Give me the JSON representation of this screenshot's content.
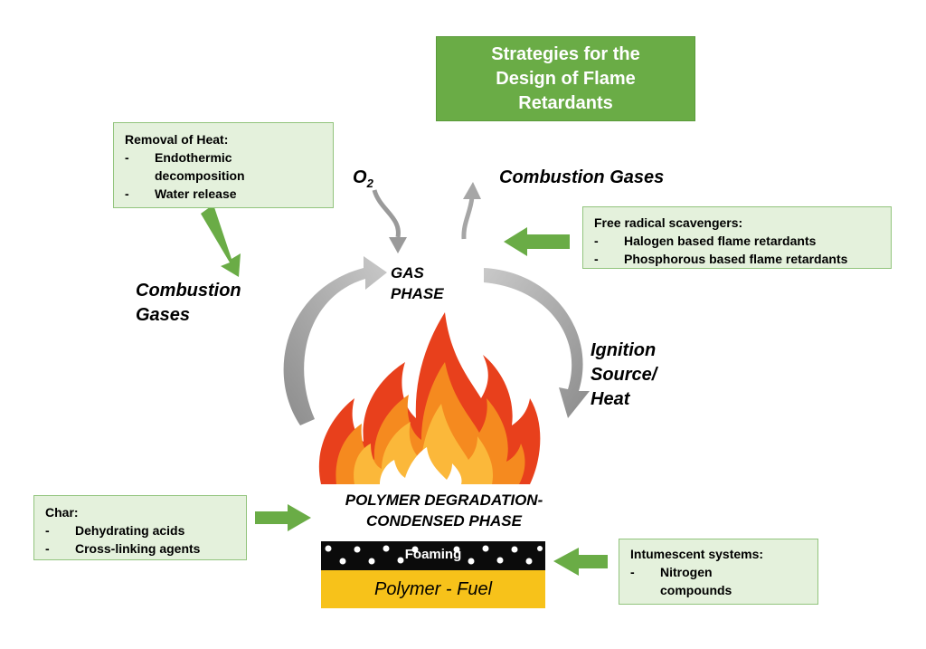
{
  "title": {
    "line1": "Strategies for the",
    "line2": "Design of Flame",
    "line3": "Retardants"
  },
  "heat_box": {
    "heading": "Removal of Heat:",
    "bullet": "-",
    "item1_line1": "Endothermic",
    "item1_line2": "decomposition",
    "item2": "Water release"
  },
  "radical_box": {
    "heading": "Free radical scavengers:",
    "bullet": "-",
    "item1": "Halogen based flame retardants",
    "item2": "Phosphorous based flame retardants"
  },
  "char_box": {
    "heading": "Char:",
    "bullet": "-",
    "item1": "Dehydrating acids",
    "item2": "Cross-linking agents"
  },
  "intumescent_box": {
    "heading": "Intumescent systems:",
    "bullet": "-",
    "item1_line1": "Nitrogen",
    "item1_line2": "compounds"
  },
  "labels": {
    "o2_base": "O",
    "o2_sub": "2",
    "combustion_gases_top": "Combustion Gases",
    "combustion_left_line1": "Combustion",
    "combustion_left_line2": "Gases",
    "gas_phase_line1": "GAS",
    "gas_phase_line2": "PHASE",
    "ignition_line1": "Ignition",
    "ignition_line2": "Source/",
    "ignition_line3": "Heat",
    "degradation_line1": "POLYMER DEGRADATION-",
    "degradation_line2": "CONDENSED PHASE",
    "foaming": "Foaming",
    "polymer_fuel": "Polymer - Fuel"
  },
  "colors": {
    "green_fill": "#6aac46",
    "box_fill": "#e4f1dc",
    "box_border": "#92c47d",
    "flame_outer": "#e8401c",
    "flame_mid": "#f58a1f",
    "flame_inner": "#fbb83a",
    "grey_arrow": "#a6a6a6",
    "fuel": "#f7c21a",
    "foam": "#0b0b0b"
  },
  "icons": [
    "flame-icon",
    "cycle-arrow-left-icon",
    "cycle-arrow-right-icon",
    "o2-arrow-icon",
    "combustion-gas-arrow-icon",
    "green-arrow-icon"
  ]
}
